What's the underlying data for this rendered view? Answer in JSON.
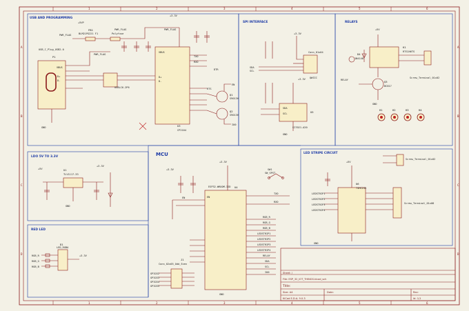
{
  "sections": {
    "usb": "USB AND PROGRAMMING",
    "spi": "SPI INTERFACE",
    "relays": "RELAYS",
    "ldo": "LDO 5V TO 3.3V",
    "mcu": "MCU",
    "led_strip": "LED STRIPE CIRCUIT",
    "red_led": "RED LED"
  },
  "components": {
    "usb_conn": "P1",
    "usb_conn_val": "USB_C_Plug_USB2.0",
    "fb1": "FB1",
    "fb1_val": "BLM21PG221 F1",
    "fb1_val2": "Polyfuse",
    "usblc": "USBLC6-2P6",
    "cp2104": "CP2104",
    "u3": "U3",
    "q1": "Q1",
    "q2": "Q2",
    "q1_val": "S9013H",
    "q2_val": "S9013H",
    "sensor": "Conn_01x04",
    "sensor2": "QWIIC",
    "si7021": "SI7021-A20",
    "u5": "U5",
    "relay": "RTS1H6TS",
    "relay_ref": "K1",
    "relay_diode": "D4",
    "relay_diode_val": "1N4148",
    "relay_q": "Q3",
    "relay_q_val": "BC817",
    "term1": "Screw_Terminal_01x02",
    "ldo": "TLV1117-33",
    "ldo_ref": "U1",
    "esp32": "ESP32-WROOM-32D",
    "u4": "U4",
    "sw1": "SW1",
    "sw1_val": "SW_SPST",
    "led_driver": "74HC245",
    "u6": "U6",
    "term2": "Screw_Terminal_01x02",
    "term3": "Screw_Terminal_01x08",
    "h1": "H1",
    "h2": "H2",
    "h3": "H3",
    "h4": "H4",
    "led_ref": "D1",
    "led_val": "LED_RGBA",
    "j1": "J1",
    "j1_val": "Conn_02x05_Odd_Even",
    "pwr_flag": "PWR_FLAG",
    "gnd": "GND",
    "vcc_33": "+3.3V",
    "vcc_5": "+5V",
    "vbus": "+5VP"
  },
  "nets": {
    "vbus": "VBUS",
    "dp": "D+",
    "dm": "D-",
    "txd": "TXD",
    "rxd": "RXD",
    "rts": "RTS",
    "dtr": "DTR",
    "sda": "SDA",
    "scl": "SCL",
    "relay": "RELAY",
    "en": "EN",
    "io0": "IO0",
    "ledstrip1": "LEDSTRIP1",
    "ledstrip2": "LEDSTRIP2",
    "ledstrip3": "LEDSTRIP3",
    "ledstrip4": "LEDSTRIP4",
    "rgb_r": "RGB_R",
    "rgb_g": "RGB_G",
    "rgb_b": "RGB_B",
    "gpio1": "GPIO32",
    "gpio2": "GPIO33",
    "gpio3": "GPIO34",
    "gpio4": "GPIO35"
  },
  "title_block": {
    "sheet": "Sheet: /",
    "file": "File: ESP_32_IOT_THINGS.kicad_sch",
    "title": "Title:",
    "size": "Size: A4",
    "date": "Date:",
    "tool": "KiCad E.D.A. 9.0.3",
    "rev": "Rev:",
    "id": "Id: 1/1"
  },
  "border": {
    "cols": [
      "1",
      "2",
      "3",
      "4",
      "5",
      "6"
    ],
    "rows": [
      "A",
      "B",
      "C",
      "D"
    ]
  }
}
